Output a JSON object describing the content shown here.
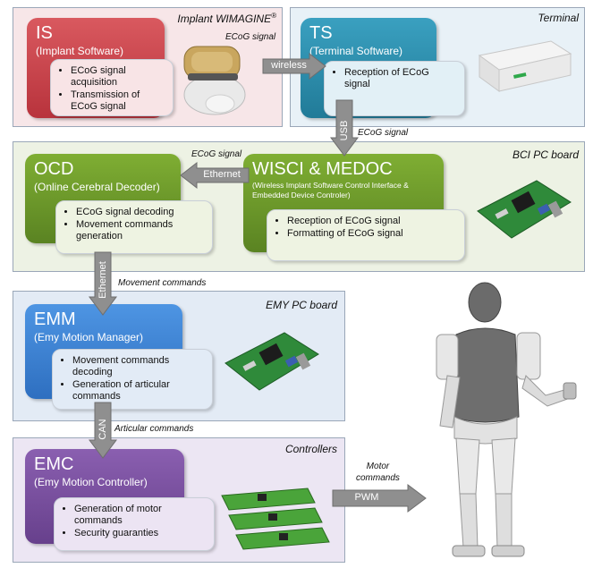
{
  "panels": {
    "implant": {
      "title": "Implant WIMAGINE",
      "title_sup": "®"
    },
    "terminal": {
      "title": "Terminal"
    },
    "bci": {
      "title": "BCI PC board"
    },
    "emy": {
      "title": "EMY PC board"
    },
    "controllers": {
      "title": "Controllers"
    }
  },
  "modules": {
    "is": {
      "name": "IS",
      "sub": "(Implant Software)",
      "bullets": [
        "ECoG signal acquisition",
        "Transmission of ECoG signal"
      ]
    },
    "ts": {
      "name": "TS",
      "sub": "(Terminal Software)",
      "bullets": [
        "Reception of ECoG signal"
      ]
    },
    "ocd": {
      "name": "OCD",
      "sub": "(Online Cerebral Decoder)",
      "bullets": [
        "ECoG signal decoding",
        "Movement commands generation"
      ]
    },
    "wisci": {
      "name": "WISCI & MEDOC",
      "sub": "(Wireless Implant Software Control Interface & Embedded Device Controler)",
      "bullets": [
        "Reception of ECoG signal",
        "Formatting of ECoG signal"
      ]
    },
    "emm": {
      "name": "EMM",
      "sub": "(Emy Motion Manager)",
      "bullets": [
        "Movement commands decoding",
        "Generation of articular commands"
      ]
    },
    "emc": {
      "name": "EMC",
      "sub": "(Emy Motion Controller)",
      "bullets": [
        "Generation of motor commands",
        "Security guaranties"
      ]
    }
  },
  "arrows": {
    "wireless": "wireless",
    "usb": "USB",
    "ethernet_h": "Ethernet",
    "ethernet_v": "Ethernet",
    "can": "CAN",
    "pwm": "PWM"
  },
  "labels": {
    "ecog_implant": "ECoG signal",
    "ecog_usb": "ECoG signal",
    "ecog_ethernet": "ECoG signal",
    "movement_commands": "Movement commands",
    "articular_commands": "Articular commands",
    "motor_commands_1": "Motor",
    "motor_commands_2": "commands"
  },
  "colors": {
    "is": "#c9464f",
    "ts": "#2f8fad",
    "green": "#6f9a2c",
    "emm": "#3f86d6",
    "emc": "#7a4f9e"
  }
}
